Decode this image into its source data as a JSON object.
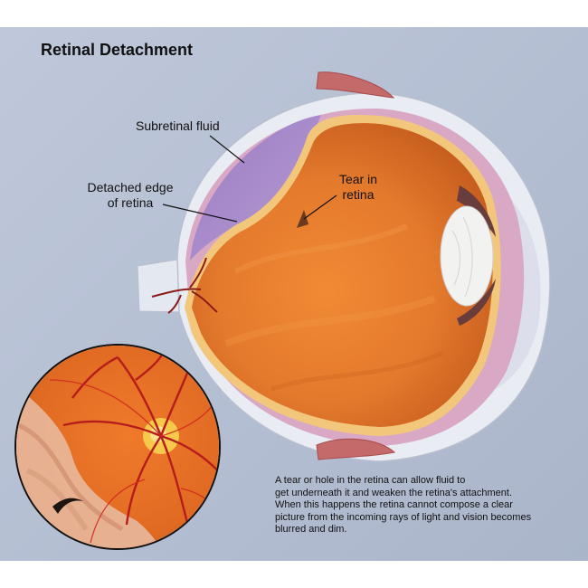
{
  "title": "Retinal Detachment",
  "labels": {
    "subretinal_fluid": "Subretinal fluid",
    "detached_edge_line1": "Detached edge",
    "detached_edge_line2": "of retina",
    "tear_line1": "Tear in",
    "tear_line2": "retina"
  },
  "caption": {
    "line1": "A tear or hole in the retina can allow fluid to",
    "line2": "get underneath it and weaken the retina's attachment.",
    "line3": "When this happens the retina cannot compose a clear",
    "line4": "picture from the incoming rays of light and vision becomes",
    "line5": "blurred and dim."
  },
  "colors": {
    "background": "#b9c3d6",
    "sclera": "#e9ecf3",
    "choroid": "#d6a6c6",
    "subretinal_fluid": "#a98bc9",
    "vitreous": "#e07c2a",
    "lens": "#f2f2f0",
    "vessels": "#b51c1c"
  }
}
